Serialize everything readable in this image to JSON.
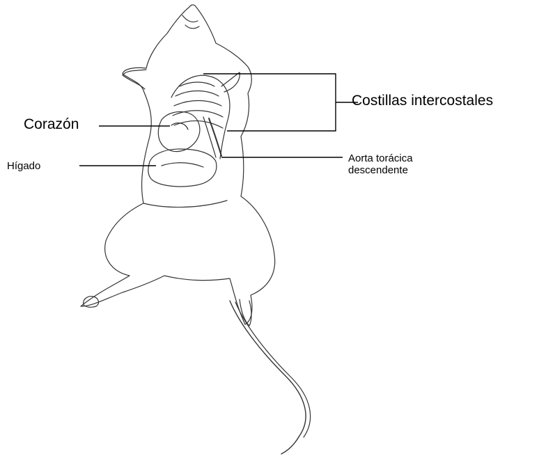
{
  "labels": {
    "costillas": "Costillas intercostales",
    "corazon": "Corazón",
    "higado": "Hígado",
    "aorta_line1": "Aorta torácica",
    "aorta_line2": "descendente"
  },
  "colors": {
    "ink": "#000000",
    "background": "#ffffff"
  }
}
